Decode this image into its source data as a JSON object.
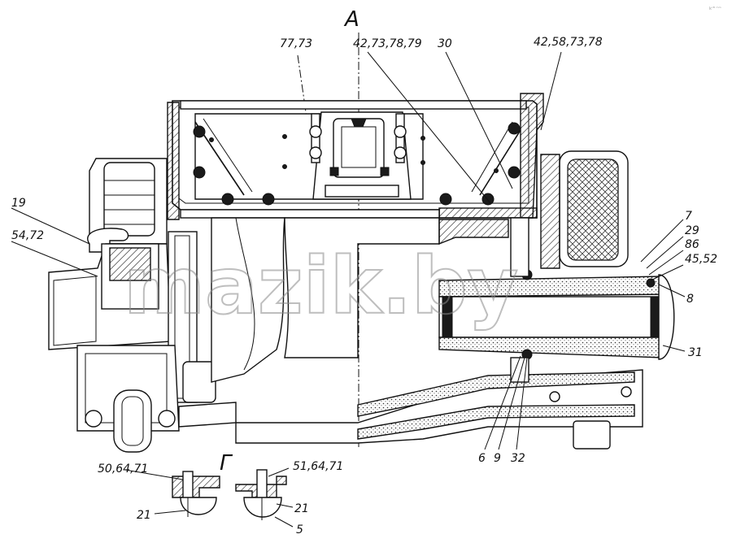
{
  "view_labels": {
    "a": "А",
    "g": "Г"
  },
  "callouts": {
    "c77_73": "77,73",
    "c42_73_78_79": "42,73,78,79",
    "c30": "30",
    "c42_58_73_78": "42,58,73,78",
    "c19": "19",
    "c54_72": "54,72",
    "c7": "7",
    "c29": "29",
    "c86": "86",
    "c45_52": "45,52",
    "c8": "8",
    "c31": "31",
    "c6": "6",
    "c9": "9",
    "c32": "32",
    "c50_64_71": "50,64,71",
    "c51_64_71": "51,64,71",
    "c21_left": "21",
    "c21_right": "21",
    "c5": "5"
  },
  "watermark": "mazik.by",
  "corner_mark": "kᶜᴮ ᵐᵐ"
}
